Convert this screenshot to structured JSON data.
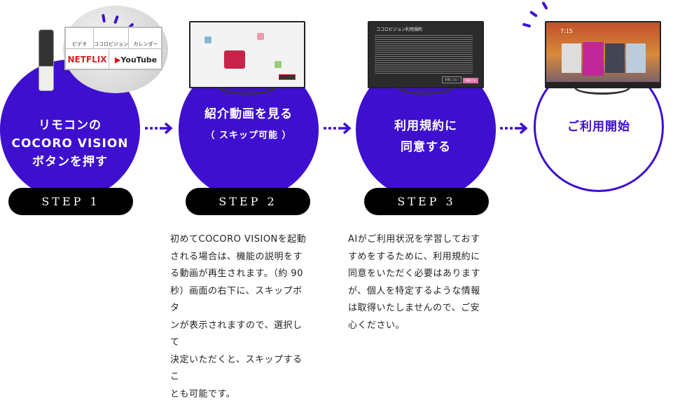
{
  "steps": [
    {
      "title_lines": [
        "リモコンの",
        "COCORO VISION",
        "ボタンを押す"
      ],
      "label": "STEP 1"
    },
    {
      "title": "紹介動画を見る",
      "subtitle": "（ スキップ可能 ）",
      "label": "STEP 2",
      "description_lines": [
        "初めてCOCORO VISIONを起動",
        "される場合は、機能の説明をす",
        "る動画が再生されます。（約 90",
        "秒）画面の右下に、スキップボタ",
        "ンが表示されますので、選択して",
        "決定いただくと、スキップするこ",
        "とも可能です。"
      ]
    },
    {
      "title_lines": [
        "利用規約に",
        "同意する"
      ],
      "label": "STEP 3",
      "description_lines": [
        "AIがご利用状況を学習しておす",
        "すめをするために、利用規約に",
        "同意をいただく必要はあります",
        "が、個人を特定するような情報",
        "は取得いたしませんので、ご安",
        "心ください。"
      ]
    },
    {
      "title": "ご利用開始"
    }
  ],
  "remote_menu": {
    "items": [
      "ビデオ",
      "ココロビジョン",
      "カレンダー"
    ],
    "netflix": "NETFLIX",
    "youtube": "YouTube"
  },
  "tv3": {
    "header": "ココロビジョン利用規約",
    "btn_decline": "同意しない",
    "btn_agree": "同意する"
  },
  "tv4": {
    "clock": "7:15"
  },
  "colors": {
    "accent": "#3e0fcf",
    "pill": "#000000"
  }
}
